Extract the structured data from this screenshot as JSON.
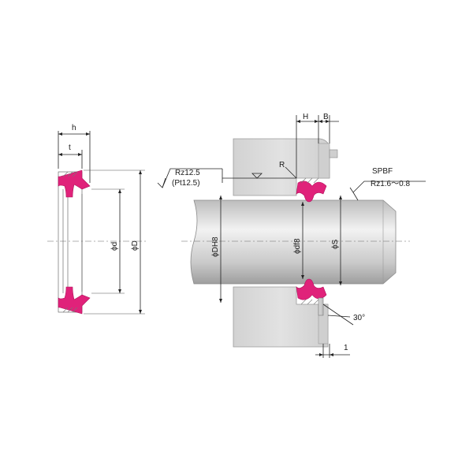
{
  "labels": {
    "h": "h",
    "t": "t",
    "phi_d": "ϕd",
    "phi_D": "ϕD",
    "H": "H",
    "B": "B",
    "R": "R",
    "rz_main": "Rz12.5",
    "rz_paren": "(Pt12.5)",
    "spbf": "SPBF",
    "rz_range": "Rz1.6～0.8",
    "phi_DH8": "ϕDH8",
    "phi_df8": "ϕdf8",
    "phi_S": "ϕS",
    "angle": "30°",
    "chamfer": "1"
  },
  "colors": {
    "seal": "#e0227a",
    "seal_dark": "#b0125c",
    "housing": "#dcdcdc",
    "housing_edge": "#9a9a9a",
    "rod_light": "#f0f0f0",
    "rod_dark": "#a9a9a9",
    "ring": "#f4d9b0"
  }
}
